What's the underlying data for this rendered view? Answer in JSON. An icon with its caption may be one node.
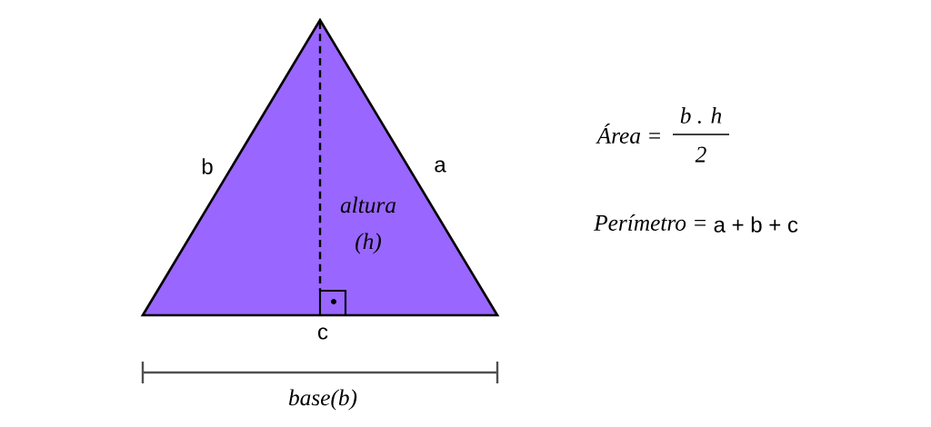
{
  "diagram": {
    "nodes": [
      {
        "text": [
          "altura (h)"
        ]
      }
    ],
    "labels": [
      "b",
      "a",
      "c",
      "base(b)",
      "Área =",
      "b . h",
      "2",
      "Perímetro =",
      "a + b + c"
    ]
  }
}
